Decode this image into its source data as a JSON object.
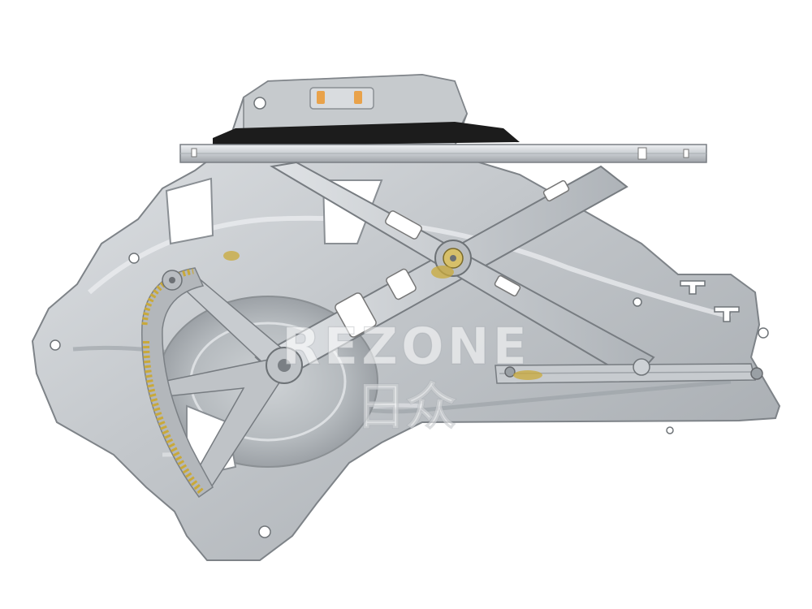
{
  "scene": {
    "subject": "window-regulator-assembly",
    "background_color": "#ffffff",
    "metal_light": "#d9dcdf",
    "metal_mid": "#b8bcc0",
    "metal_dark": "#8d9296",
    "felt_color": "#1c1c1c",
    "grease_color": "#c9a93a",
    "pad_color": "#e9a24a"
  },
  "watermark": {
    "brand": "REZONE",
    "chinese": "日众"
  }
}
